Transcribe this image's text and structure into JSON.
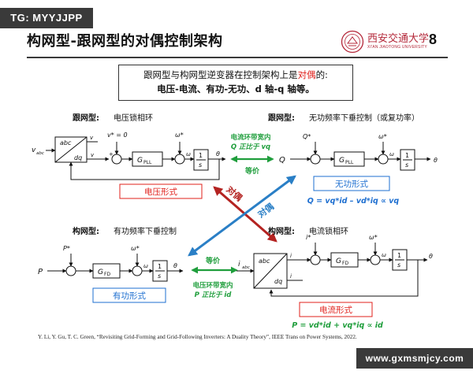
{
  "watermarks": {
    "top": "TG: MYYJJPP",
    "bottom": "www.gxmsmjcy.com"
  },
  "slide": {
    "title": "构网型-跟网型的对偶控制架构",
    "page_number": "8"
  },
  "university": {
    "name": "西安交通大学",
    "name_en": "XI'AN JIAOTONG UNIVERSITY"
  },
  "intro": {
    "line1_prefix": "跟网型与构网型逆变器在控制架构上是",
    "line1_highlight": "对偶",
    "line1_suffix": "的:",
    "line2": "电压-电流、有功-无功、d 轴-q 轴等。"
  },
  "quadrants": {
    "gfl_pll": {
      "header_bold": "跟网型:",
      "header": "电压锁相环",
      "label": "电压形式"
    },
    "gfl_q": {
      "header_bold": "跟网型:",
      "header": "无功频率下垂控制（或复功率）",
      "label": "无功形式",
      "equation": "Q = vq*id – vd*iq ∝ vq"
    },
    "gfm_p": {
      "header_bold": "构网型:",
      "header": "有功频率下垂控制",
      "label": "有功形式"
    },
    "gfm_i": {
      "header_bold": "构网型:",
      "header": "电流锁相环",
      "label": "电流形式",
      "equation": "P = vd*id + vq*iq ∝ id"
    }
  },
  "center": {
    "top_note_1": "电流环带宽内",
    "top_note_2": "Q 正比于 vq",
    "top_eq": "等价",
    "bottom_eq": "等价",
    "bottom_note_1": "电压环带宽内",
    "bottom_note_2": "P 正比于 id",
    "duality_left": "对偶",
    "duality_right": "对偶"
  },
  "math": {
    "v_abc": "v",
    "abc_sub": "abc",
    "abc": "abc",
    "dq": "dq",
    "vd": "v",
    "vq": "v",
    "vq_star": "v*  = 0",
    "omega": "ω",
    "omega_star": "ω*",
    "theta": "θ",
    "one": "1",
    "s": "s",
    "G_PLL": "G",
    "PLL_sub": "PLL",
    "G_FD": "G",
    "FD_sub": "FD",
    "Q": "Q",
    "Q_star": "Q*",
    "P": "P",
    "P_star": "P*",
    "i_abc": "i",
    "id": "i",
    "iq": "i",
    "id_star": "i*",
    "d": "d",
    "q": "q",
    "plus": "+",
    "minus": "−"
  },
  "citation": "Y. Li, Y. Gu, T. C. Green, “Revisiting Grid-Forming and Grid-Following Inverters: A Duality Theory”, IEEE Trans on Power Systems, 2022.",
  "colors": {
    "red": "#e0201b",
    "green": "#1f9e3c",
    "blue": "#1e6fd0",
    "red_arrow": "#b42321",
    "blue_arrow": "#2a7fc6"
  }
}
